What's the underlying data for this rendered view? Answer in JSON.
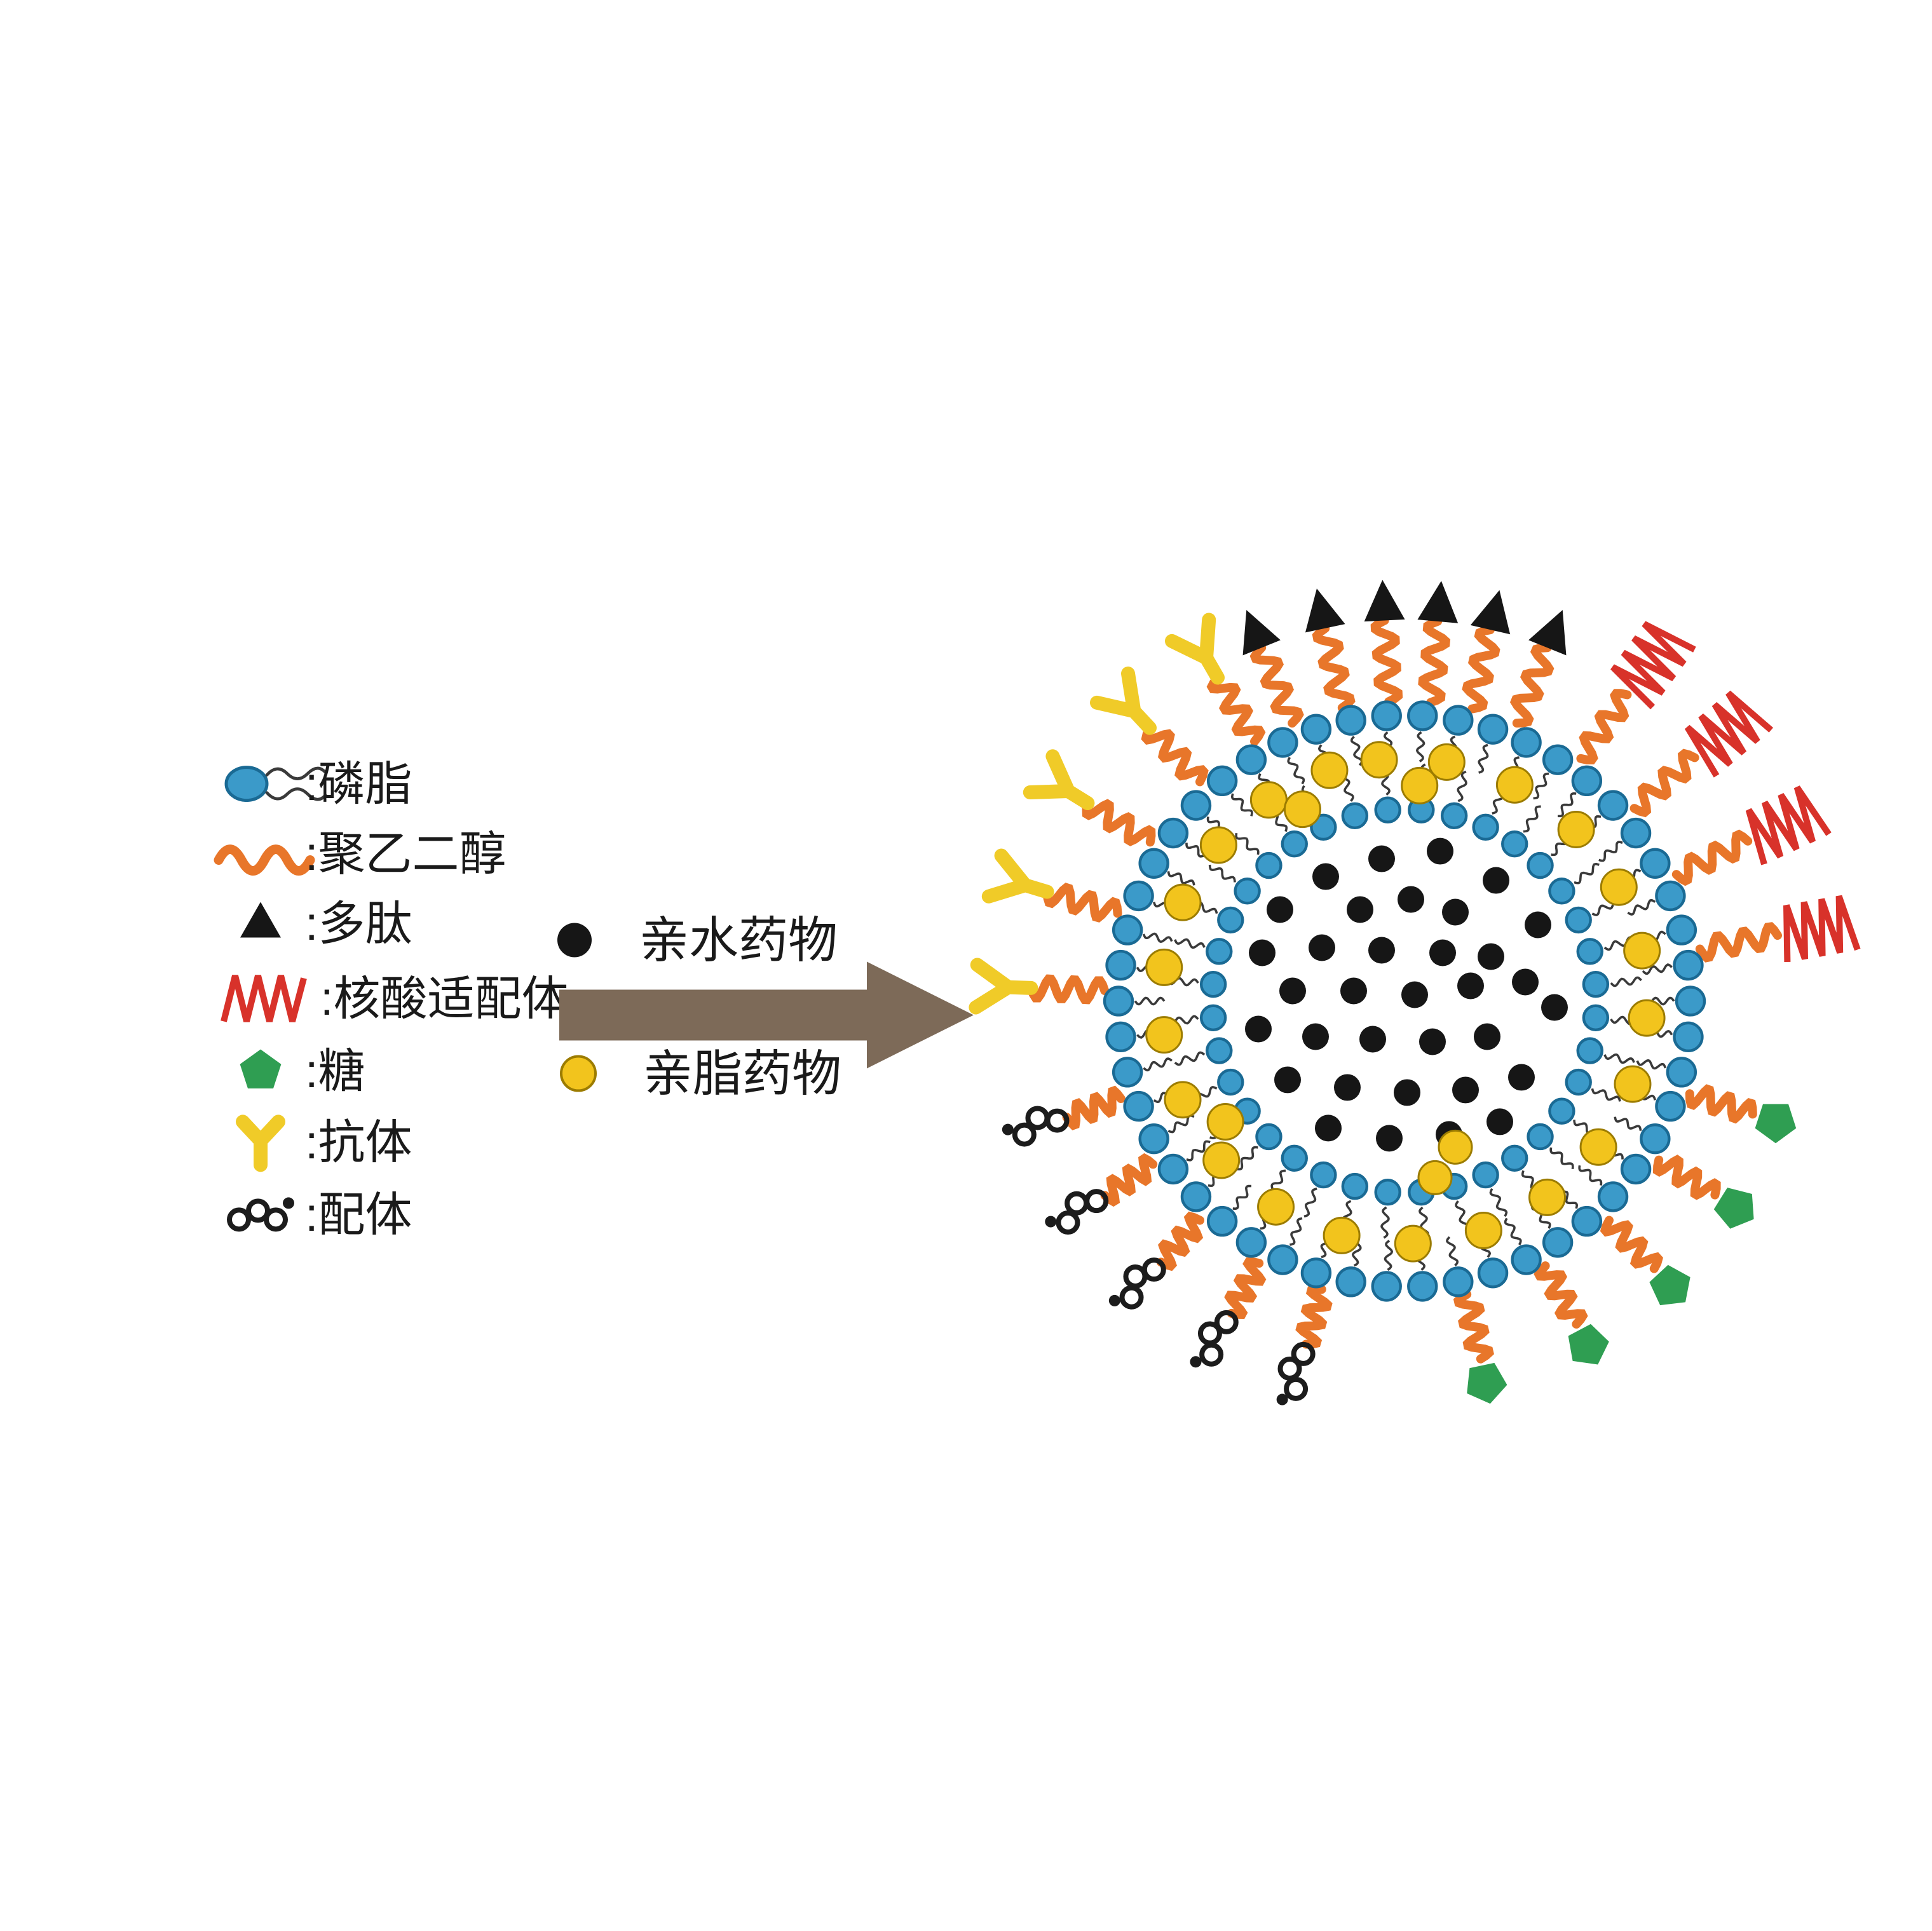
{
  "legend": {
    "items": [
      {
        "icon": "phospholipid-icon",
        "label": ":磷脂"
      },
      {
        "icon": "peg-icon",
        "label": ":聚乙二醇"
      },
      {
        "icon": "peptide-icon",
        "label": ":多肽"
      },
      {
        "icon": "aptamer-icon",
        "label": ":核酸适配体"
      },
      {
        "icon": "sugar-icon",
        "label": ":糖"
      },
      {
        "icon": "antibody-icon",
        "label": ":抗体"
      },
      {
        "icon": "ligand-icon",
        "label": ":配体"
      }
    ]
  },
  "key": {
    "hydrophilic": {
      "icon": "hydrophilic-drug-icon",
      "label": "亲水药物"
    },
    "lipophilic": {
      "icon": "lipophilic-drug-icon",
      "label": "亲脂药物"
    }
  },
  "colors": {
    "background": "#ffffff",
    "text": "#1a1a1a",
    "bead_blue": "#3b9ac9",
    "bead_stroke": "#1a6a94",
    "peg_orange": "#e8762a",
    "aptamer_red": "#d8322a",
    "sugar_green": "#2f9e52",
    "antibody_yellow": "#f0cb28",
    "drug_yellow": "#f2c41d",
    "drug_yellow_stroke": "#9c7c00",
    "drug_black": "#161616",
    "arrow_brown": "#7d6a58",
    "tail": "#3a3a3a"
  }
}
